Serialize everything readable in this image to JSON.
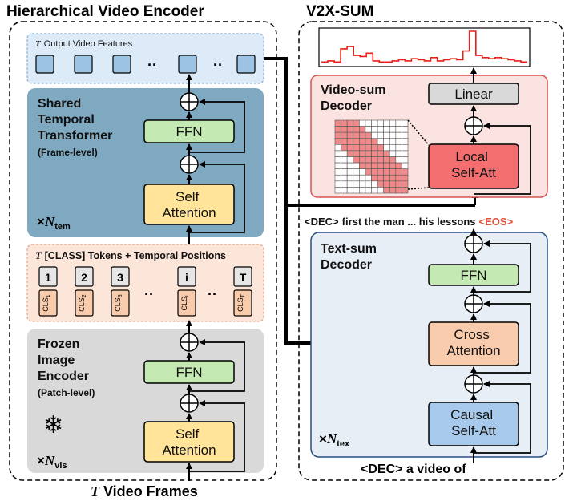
{
  "left_title": "Hierarchical Video Encoder",
  "right_title": "V2X-SUM",
  "output_features": {
    "label": "Output Video Features",
    "var": "T",
    "dots1": "··",
    "dots2": "··"
  },
  "shared_temporal": {
    "line1": "Shared",
    "line2": "Temporal",
    "line3": "Transformer",
    "sub": "(Frame-level)",
    "mult": "×",
    "var": "N",
    "sub_var": "tem"
  },
  "ffn_label": "FFN",
  "self_attention": {
    "line1": "Self",
    "line2": "Attention"
  },
  "class_tokens": {
    "label": "[CLASS] Tokens + Temporal Positions",
    "var": "T",
    "tokens": [
      {
        "pos": "1",
        "cls": "CLS",
        "sub": "1"
      },
      {
        "pos": "2",
        "cls": "CLS",
        "sub": "2"
      },
      {
        "pos": "3",
        "cls": "CLS",
        "sub": "3"
      },
      {
        "pos": "i",
        "cls": "CLS",
        "sub": "i"
      },
      {
        "pos": "T",
        "cls": "CLS",
        "sub": "T"
      }
    ],
    "dots": "··"
  },
  "frozen_encoder": {
    "line1": "Frozen",
    "line2": "Image",
    "line3": "Encoder",
    "sub": "(Patch-level)",
    "snowflake": "❄",
    "mult": "×",
    "var": "N",
    "sub_var": "vis"
  },
  "frames_label": {
    "var": "T",
    "text": "Video Frames"
  },
  "video_sum": {
    "line1": "Video-sum",
    "line2": "Decoder",
    "linear": "Linear",
    "local1": "Local",
    "local2": "Self-Att"
  },
  "text_sum": {
    "line1": "Text-sum",
    "line2": "Decoder",
    "ffn": "FFN",
    "cross1": "Cross",
    "cross2": "Attention",
    "causal1": "Causal",
    "causal2": "Self-Att",
    "mult": "×",
    "var": "N",
    "sub_var": "tex"
  },
  "output_sequence": {
    "dec": "<DEC>",
    "text": "first the man ... his lessons",
    "eos": "<EOS>"
  },
  "input_sequence": "<DEC> a video of",
  "importance_scores": [
    2,
    3,
    2,
    14,
    16,
    8,
    7,
    10,
    3,
    2,
    2,
    3,
    4,
    3,
    5,
    4,
    3,
    6,
    3,
    4,
    5,
    4,
    12,
    30,
    8,
    6,
    5,
    6,
    5,
    4,
    3,
    2
  ],
  "colors": {
    "encoder_panel": "#7FA9C0",
    "frozen_panel": "#D9D9D9",
    "class_panel": "#FCE6D9",
    "feature_panel": "#DCEBF7",
    "ffn_green": "#C5E9B3",
    "attn_yellow": "#FFE49A",
    "cls_orange": "#F8CBAD",
    "video_panel": "#FBE3E1",
    "local_red": "#F36F6F",
    "text_panel": "#E7EEF6",
    "cross_orange": "#F8CBAD",
    "causal_blue": "#A7C9EB",
    "linear_gray": "#D9D9D9",
    "eos_red": "#E0533A",
    "plot_red": "#E8201A"
  }
}
